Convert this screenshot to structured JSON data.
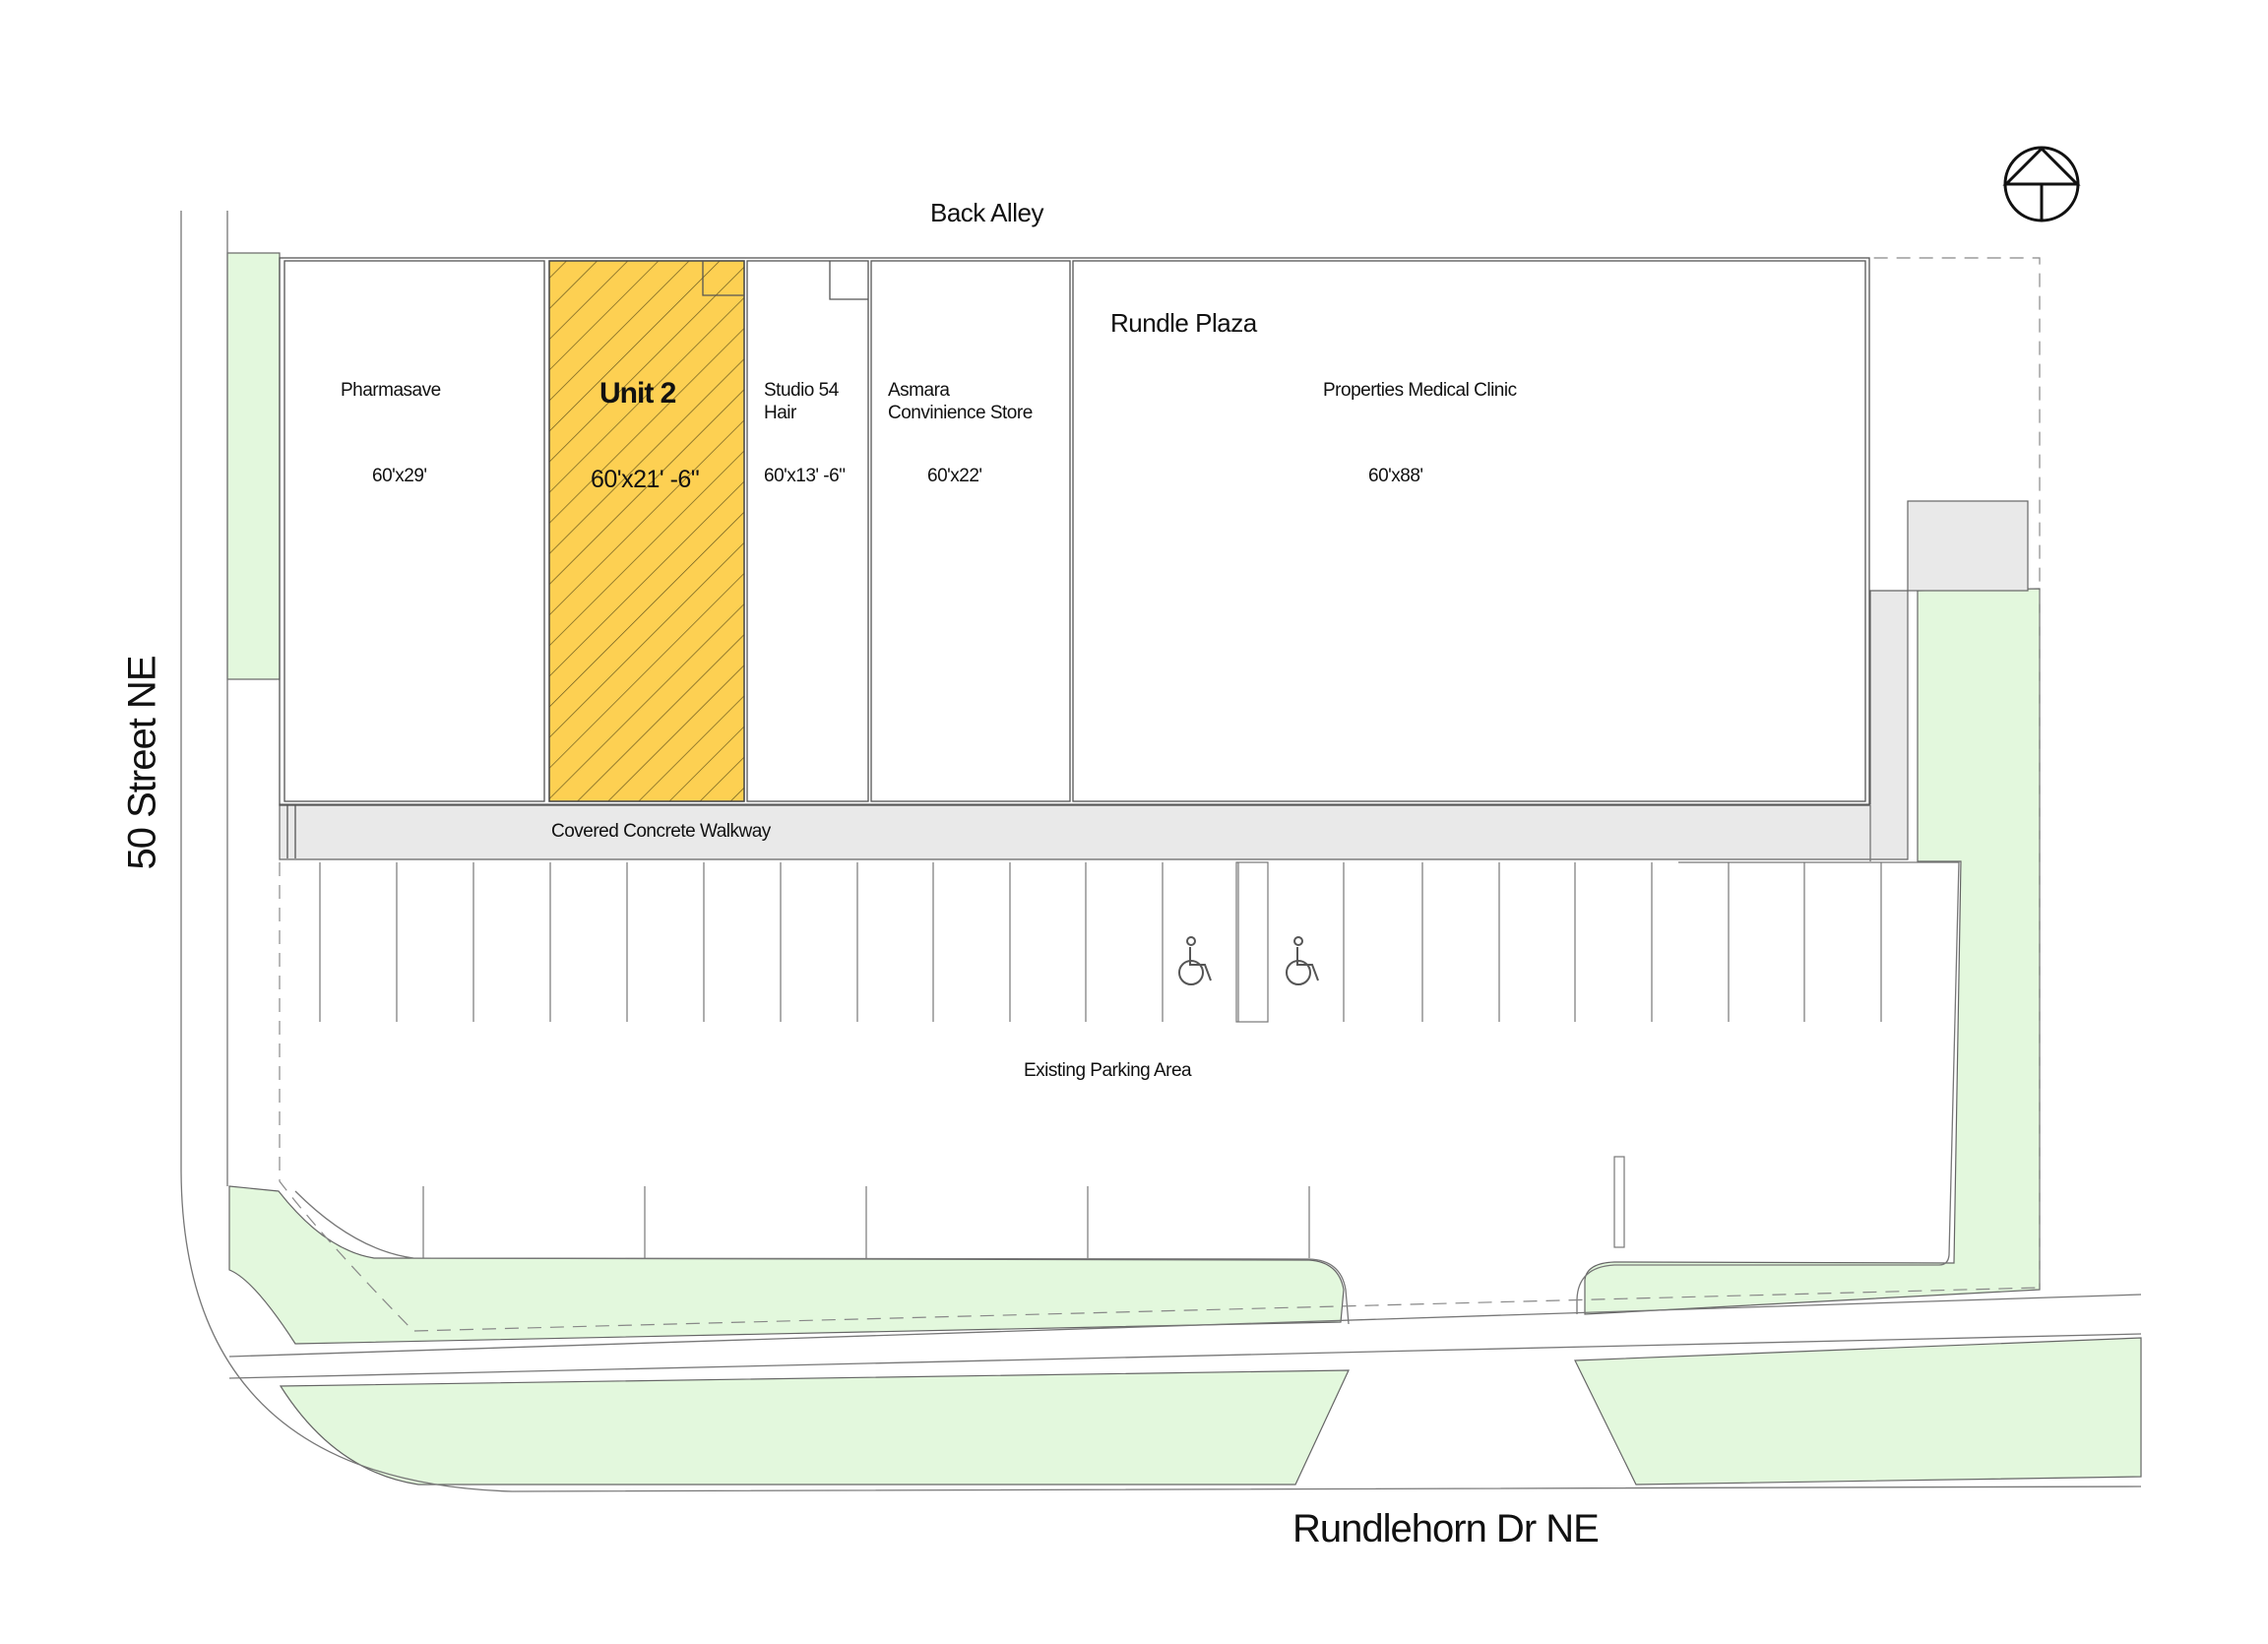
{
  "site": {
    "back_alley": "Back Alley",
    "plaza_name": "Rundle Plaza",
    "walkway": "Covered Concrete Walkway",
    "parking": "Existing Parking Area",
    "street_west": "50 Street NE",
    "street_south": "Rundlehorn Dr NE"
  },
  "units": [
    {
      "name": "Pharmasave",
      "dims": "60'x29'",
      "highlighted": false
    },
    {
      "name": "Unit 2",
      "dims": "60'x21' -6\"",
      "highlighted": true
    },
    {
      "name_line1": "Studio 54",
      "name_line2": "Hair",
      "dims": "60'x13' -6\"",
      "highlighted": false
    },
    {
      "name_line1": "Asmara",
      "name_line2": "Convinience Store",
      "dims": "60'x22'",
      "highlighted": false
    },
    {
      "name": "Properties Medical Clinic",
      "dims": "60'x88'",
      "highlighted": false
    }
  ],
  "icons": {
    "north": "north-arrow-icon",
    "accessible": "wheelchair-icon"
  },
  "colors": {
    "highlight": "#FDD052",
    "landscape": "#E3F8DD",
    "paving": "#E9E9E9",
    "line": "#555555"
  }
}
